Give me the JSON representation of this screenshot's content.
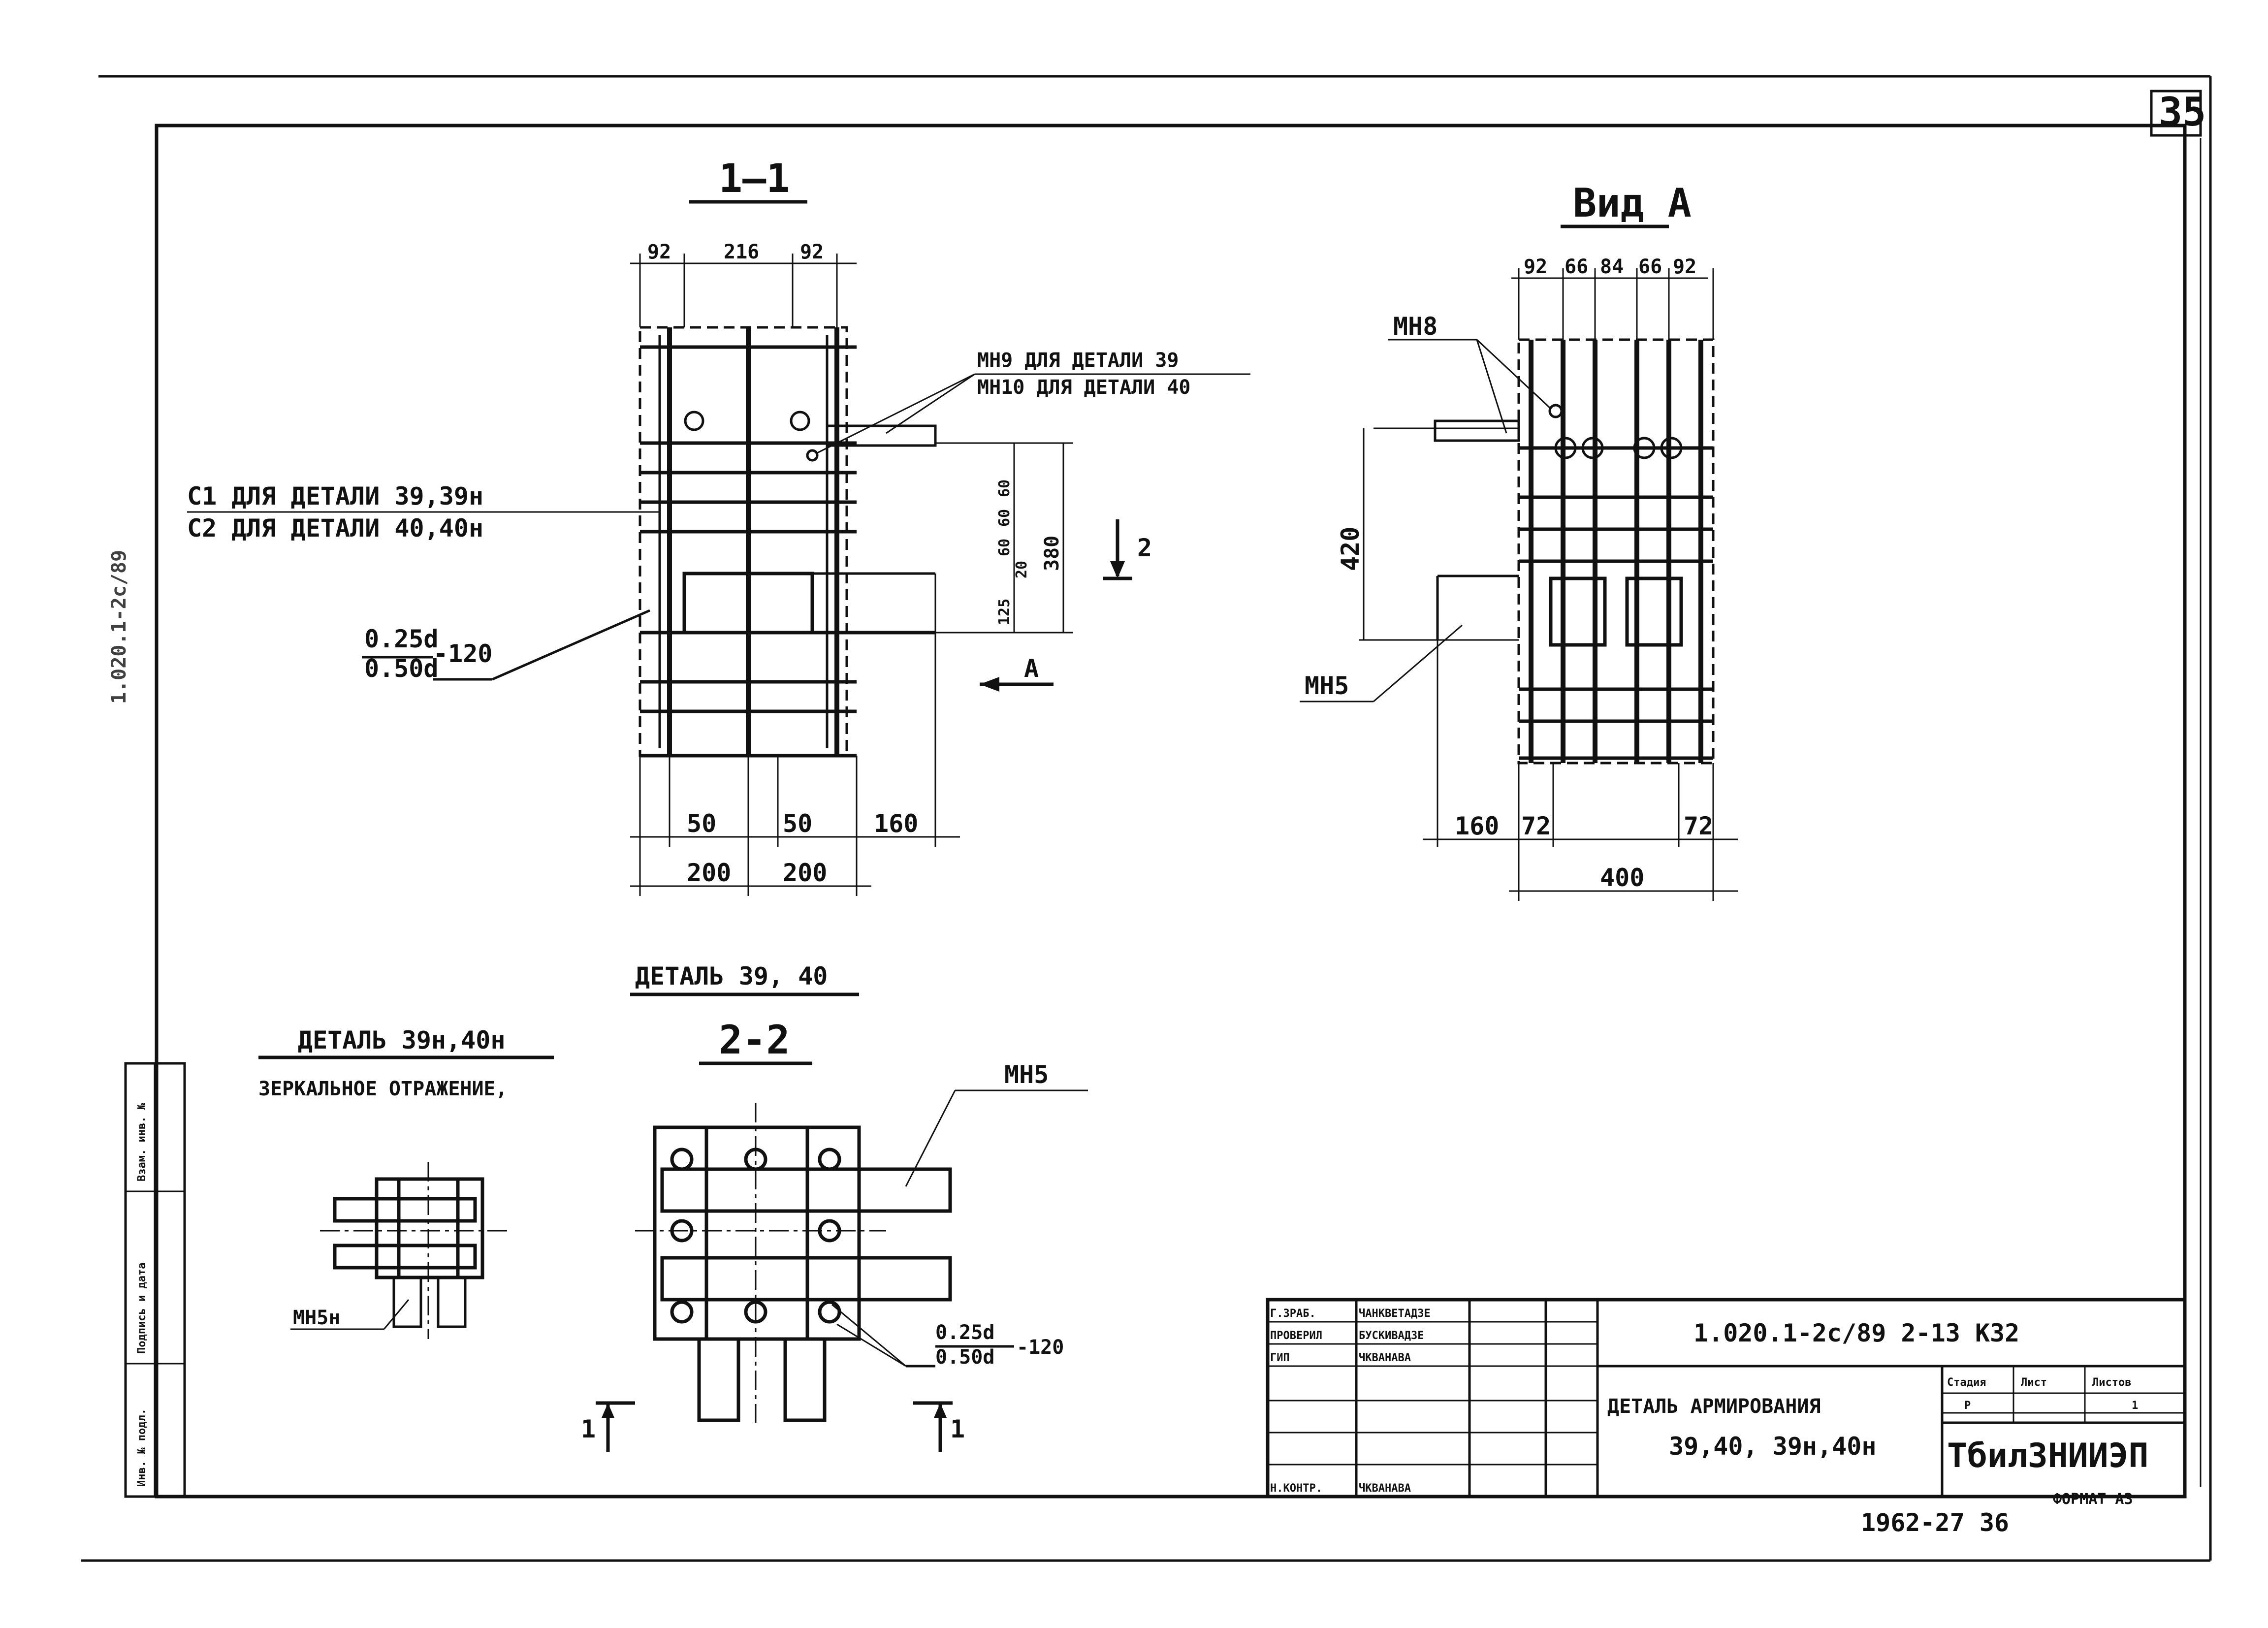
{
  "sheet_number": "35",
  "side_stamp_text": "1.020.1-2с/89",
  "side_block_labels": [
    "Инв. № подл.",
    "Подпись и дата",
    "Взам. инв. №"
  ],
  "section_1_1": {
    "title": "1—1",
    "dims_top": [
      "92",
      "216",
      "92"
    ],
    "dims_bottom_row1": [
      "50",
      "50",
      "160"
    ],
    "dims_bottom_row2": [
      "200",
      "200"
    ],
    "dims_right": [
      "60",
      "60",
      "60",
      "20",
      "125",
      "380"
    ],
    "label_mn9": "МН9 ДЛЯ ДЕТАЛИ 39",
    "label_mn10": "МН10 ДЛЯ ДЕТАЛИ 40",
    "label_c1": "С1 ДЛЯ ДЕТАЛИ 39,39н",
    "label_c2": "С2 ДЛЯ ДЕТАЛИ 40,40н",
    "weld_top": "0.25d",
    "weld_bottom": "0.50d",
    "weld_len": "-120",
    "arrow_2": "2",
    "arrow_a": "А"
  },
  "view_a": {
    "title": "Вид А",
    "dims_top": [
      "92",
      "66",
      "84",
      "66",
      "92"
    ],
    "label_mn8": "МН8",
    "label_mn5": "МН5",
    "dim_left": "420",
    "dims_bottom_row1": [
      "160",
      "72",
      "72"
    ],
    "dim_bottom_row2": "400"
  },
  "detail_39n": {
    "title": "ДЕТАЛЬ 39н,40н",
    "subtitle": "ЗЕРКАЛЬНОЕ ОТРАЖЕНИЕ,",
    "label_mn5n": "МН5н"
  },
  "detail_39_40": {
    "title": "ДЕТАЛЬ 39, 40",
    "section": "2-2",
    "label_mn5": "МН5",
    "weld_top": "0.25d",
    "weld_bottom": "0.50d",
    "weld_len": "-120",
    "cut_left": "1",
    "cut_right": "1"
  },
  "title_block": {
    "roles": [
      "Г.ЗРАБ.",
      "ПРОВЕРИЛ",
      "ГИП",
      "",
      "",
      "",
      "Н.КОНТР."
    ],
    "names": [
      "ЧАНКВЕТАДЗЕ",
      "БУСКИВАДЗЕ",
      "ЧКВАНАВА",
      "",
      "",
      "",
      "ЧКВАНАВА"
    ],
    "doc_code": "1.020.1-2с/89  2-13  К32",
    "drawing_title_1": "ДЕТАЛЬ АРМИРОВАНИЯ",
    "drawing_title_2": "39,40, 39н,40н",
    "stage_header": "Стадия",
    "sheet_header": "Лист",
    "sheets_header": "Листов",
    "stage_value": "Р",
    "sheets_value": "1",
    "org": "ТбилЗНИИЭП"
  },
  "footer_number": "1962-27  36",
  "format": "ФОРМАТ  А3"
}
